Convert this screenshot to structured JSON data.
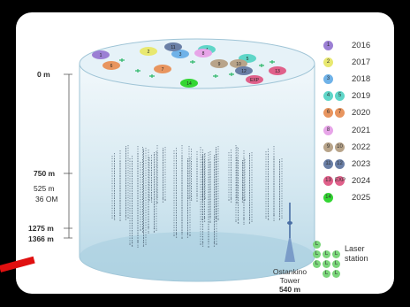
{
  "depth_labels": {
    "surface": "0 m",
    "d750": "750 m",
    "d525": "525 m",
    "om": "36 OM",
    "d1275": "1275 m",
    "d1366": "1366 m"
  },
  "legend": [
    {
      "icons": [
        "1"
      ],
      "year": "2016",
      "color": "#9b7fd4"
    },
    {
      "icons": [
        "2"
      ],
      "year": "2017",
      "color": "#e8e870"
    },
    {
      "icons": [
        "3"
      ],
      "year": "2018",
      "color": "#6fb2e8"
    },
    {
      "icons": [
        "4",
        "5"
      ],
      "year": "2019",
      "color": "#5fd6c8"
    },
    {
      "icons": [
        "6",
        "7"
      ],
      "year": "2020",
      "color": "#e8955f"
    },
    {
      "icons": [
        "8"
      ],
      "year": "2021",
      "color": "#e7a5e8"
    },
    {
      "icons": [
        "9",
        "10"
      ],
      "year": "2022",
      "color": "#b8a48a"
    },
    {
      "icons": [
        "11",
        "12"
      ],
      "year": "2023",
      "color": "#6a7fa6"
    },
    {
      "icons": [
        "13",
        "EXP"
      ],
      "year": "2024",
      "color": "#e0608a"
    },
    {
      "icons": [
        "14"
      ],
      "year": "2025",
      "color": "#33d633"
    }
  ],
  "laser": {
    "label_line1": "Laser",
    "label_line2": "station",
    "icon": "L",
    "color": "#7ad67a"
  },
  "tower": {
    "line1": "Ostankino",
    "line2": "Tower",
    "line3": "540 m"
  },
  "top_clusters": [
    {
      "label": "1",
      "color": "#9b7fd4"
    },
    {
      "label": "2",
      "color": "#e8e870"
    },
    {
      "label": "3",
      "color": "#6fb2e8"
    },
    {
      "label": "4",
      "color": "#5fd6c8"
    },
    {
      "label": "5",
      "color": "#5fd6c8"
    },
    {
      "label": "6",
      "color": "#e8955f"
    },
    {
      "label": "7",
      "color": "#e8955f"
    },
    {
      "label": "8",
      "color": "#e7a5e8"
    },
    {
      "label": "9",
      "color": "#b8a48a"
    },
    {
      "label": "10",
      "color": "#b8a48a"
    },
    {
      "label": "11",
      "color": "#6a7fa6"
    },
    {
      "label": "12",
      "color": "#6a7fa6"
    },
    {
      "label": "13",
      "color": "#e0608a"
    },
    {
      "label": "EXP",
      "color": "#e0608a"
    },
    {
      "label": "14",
      "color": "#33d633"
    }
  ]
}
